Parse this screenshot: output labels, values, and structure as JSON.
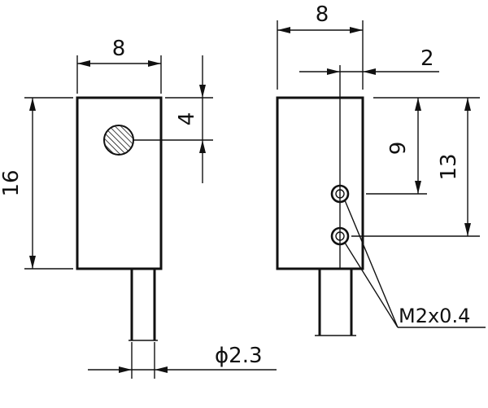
{
  "left_view": {
    "width_dim": "8",
    "height_dim": "16",
    "sensor_offset_dim": "4",
    "cable_dia_dim": "ϕ2.3"
  },
  "right_view": {
    "width_dim": "8",
    "hole_offset_dim": "2",
    "hole1_dim": "9",
    "hole2_dim": "13",
    "thread_label": "M2x0.4"
  }
}
